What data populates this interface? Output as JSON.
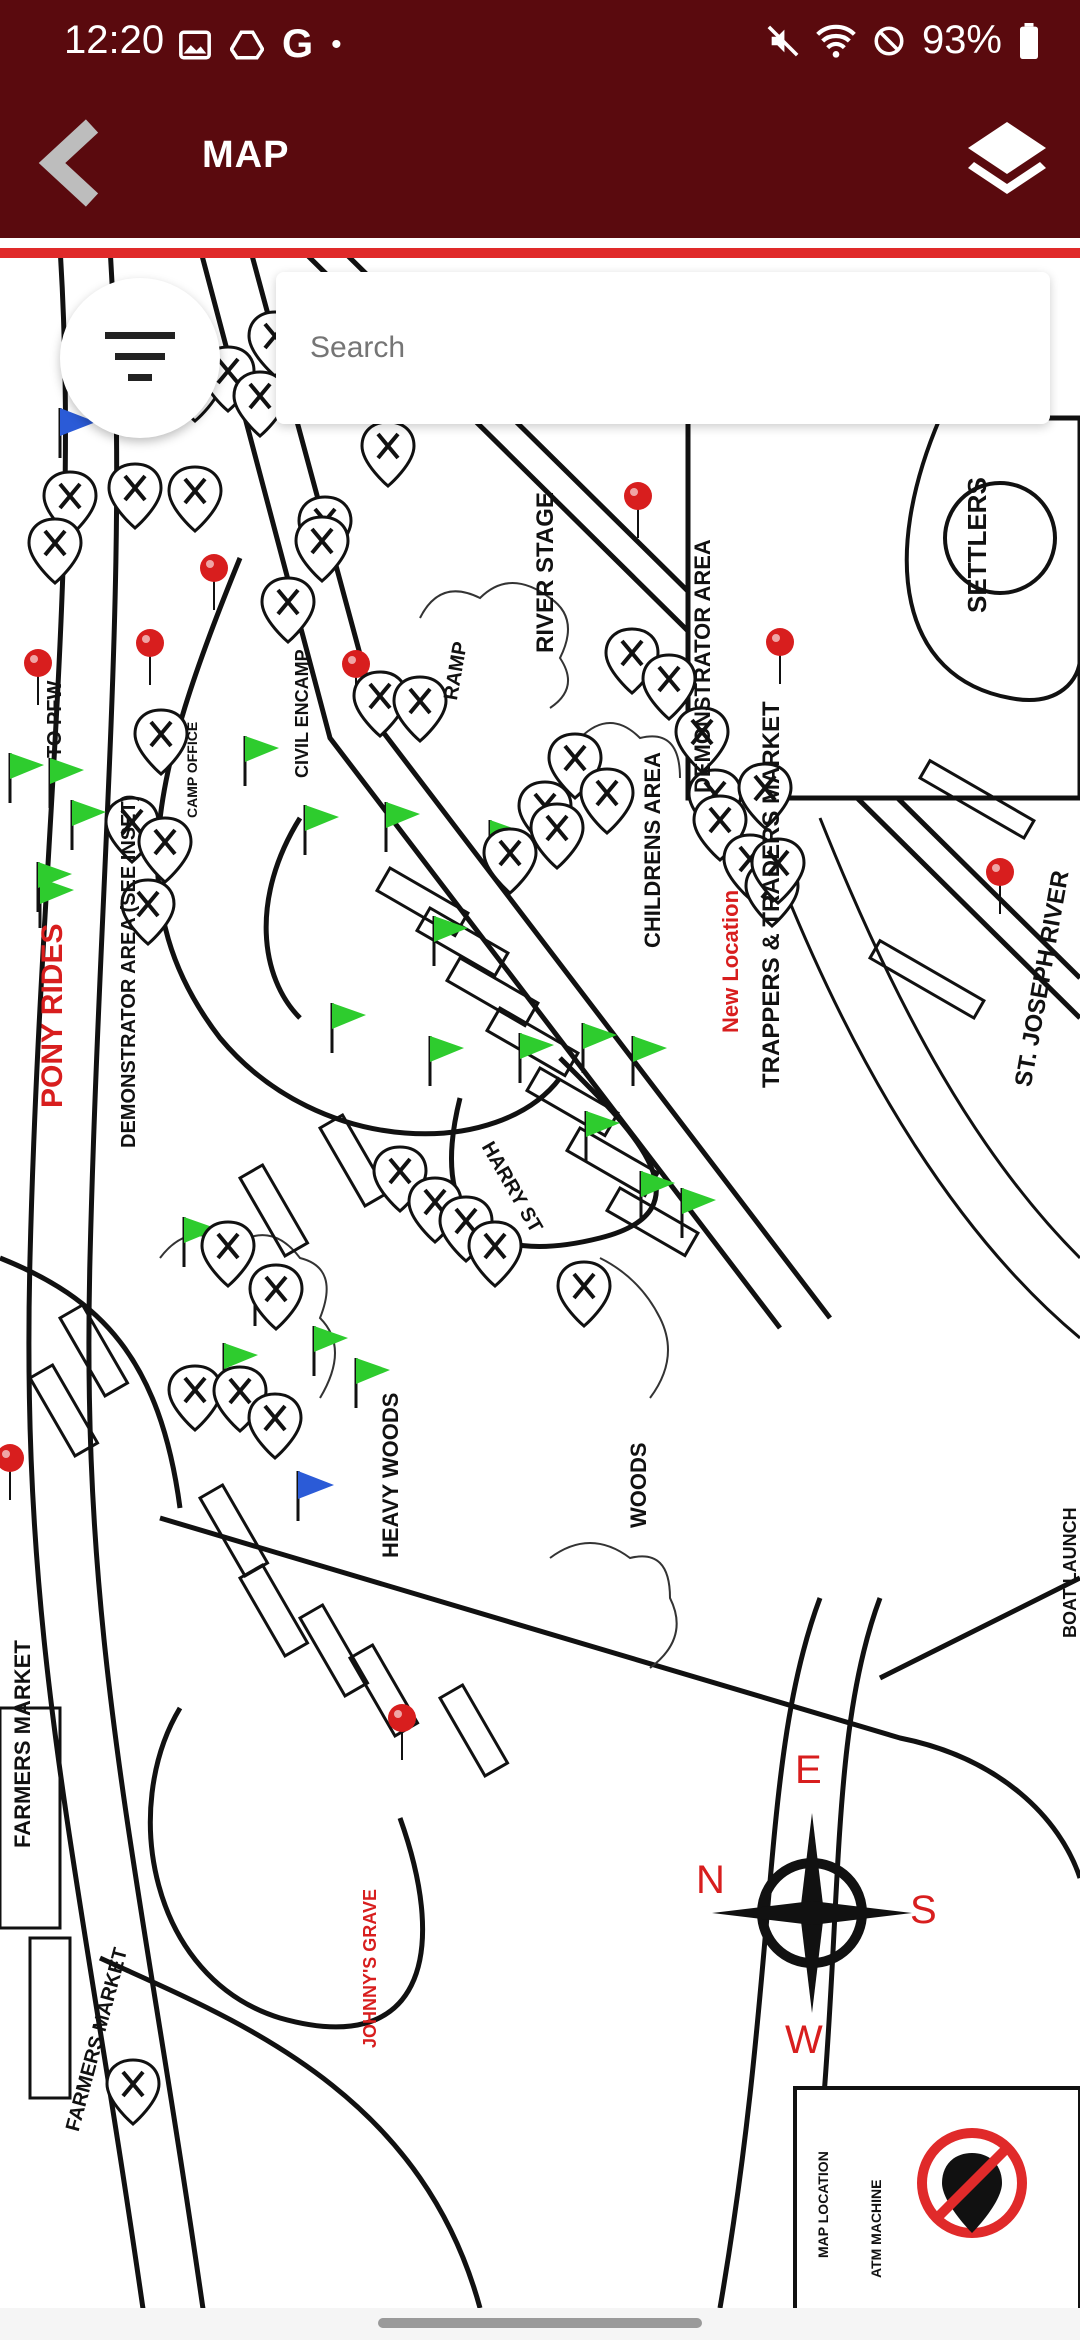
{
  "status_bar": {
    "time": "12:20",
    "battery": "93%",
    "icons_left": [
      "gallery-icon",
      "drive-icon",
      "google-icon",
      "dot-icon"
    ],
    "icons_right": [
      "mute-icon",
      "wifi-icon",
      "dnd-icon",
      "battery-icon"
    ]
  },
  "app_bar": {
    "title": "MAP",
    "back_icon": "back-arrow-icon",
    "layers_icon": "layers-icon"
  },
  "search": {
    "placeholder": "Search"
  },
  "map": {
    "labels": {
      "demonstrator_area": "DEMONSTRATOR AREA",
      "settlers": "SETTLERS",
      "river_stage": "RIVER STAGE",
      "ramp": "RAMP",
      "childrens_area": "CHILDRENS AREA",
      "new_location": "New Location",
      "trappers": "TRAPPERS & TRADERS MARKET",
      "st_joseph_river": "ST. JOSEPH RIVER",
      "pony_rides": "PONY RIDES",
      "demonstrator_inset": "DEMONSTRATOR AREA (SEE INSET)",
      "heavy_woods": "HEAVY WOODS",
      "woods": "WOODS",
      "farmers_market": "FARMERS MARKET",
      "johnnys_grave": "JOHNNY'S GRAVE",
      "harry_st": "HARRY ST",
      "to_pfw": "TO PFW",
      "camp_office": "CAMP OFFICE",
      "civil_encamp": "CIVIL ENCAMP",
      "compass_n": "N",
      "compass_e": "E",
      "compass_s": "S",
      "compass_w": "W",
      "legend_map_location": "MAP LOCATION",
      "legend_atm": "ATM MACHINE",
      "boat_launch": "BOAT LAUNCH"
    },
    "accent_colors": {
      "header": "#5a0a0e",
      "accent_red": "#e02a2a",
      "flag_green": "#2ecc2e",
      "flag_blue": "#2b5bd7",
      "pin_red": "#d81e1e"
    }
  }
}
